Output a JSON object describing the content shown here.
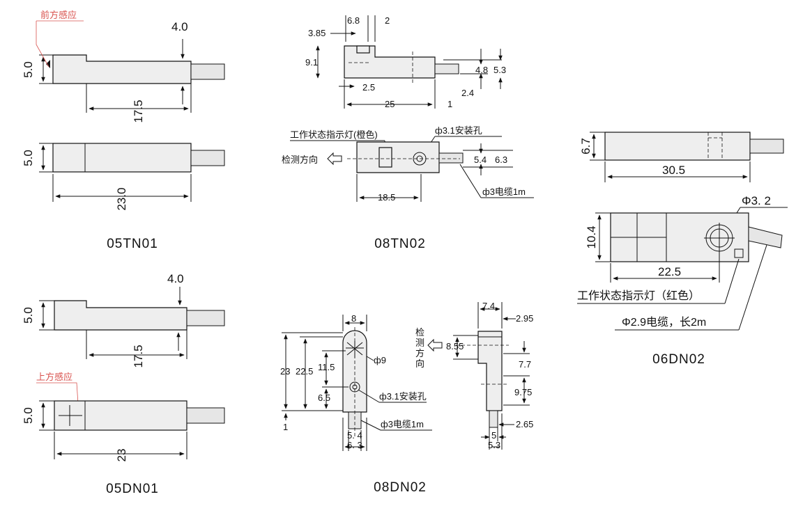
{
  "models": {
    "m05TN01": "05TN01",
    "m08TN02": "08TN02",
    "m06DN02": "06DN02",
    "m05DN01": "05DN01",
    "m08DN02": "08DN02"
  },
  "notes": {
    "front_sensing": "前方感应",
    "top_sensing": "上方感应",
    "indicator_orange": "工作状态指示灯(橙色)",
    "mount_hole": "ф3.1安装孔",
    "detect_dir": "检测方向",
    "cable_1m": "ф3电缆1m",
    "phi9": "ф9",
    "phi32": "Φ3. 2",
    "indicator_red": "工作状态指示灯（红色）",
    "cable_2m": "Φ2.9电缆，长2m",
    "detect_v1": "检",
    "detect_v2": "测",
    "detect_v3": "方",
    "detect_v4": "向"
  },
  "dims": {
    "tn01": {
      "h_side": "5.0",
      "w_step": "4.0",
      "len": "17.5",
      "h_top": "5.0",
      "total": "23.0"
    },
    "tn02": {
      "a": "6.8",
      "b": "2",
      "c": "3.85",
      "h": "9.1",
      "d1": "4.8",
      "d2": "5.3",
      "e": "2.5",
      "f": "2.4",
      "len": "25",
      "g": "1",
      "p1": "5.4",
      "p2": "6.3",
      "base": "18.5"
    },
    "dn02_06": {
      "h": "6.7",
      "len": "30.5",
      "h2": "10.4",
      "len2": "22.5"
    },
    "dn01": {
      "w_step": "4.0",
      "h_side": "5.0",
      "len": "17.5",
      "h_top": "5.0",
      "total": "23"
    },
    "dn02_08": {
      "w": "8",
      "h1": "23",
      "h2": "22.5",
      "h3": "11.5",
      "h4": "6.5",
      "one": "1",
      "b1": "5. 4",
      "b2": "6. 3",
      "s1": "7.4",
      "s2": "2.95",
      "s3": "8.55",
      "s4": "7.7",
      "s5": "9.75",
      "s6": "2.65",
      "s7": "5",
      "s8": "5.3"
    }
  },
  "colors": {
    "line": "#111111",
    "body_fill": "#eeeeee",
    "callout_red": "#d9534f"
  }
}
